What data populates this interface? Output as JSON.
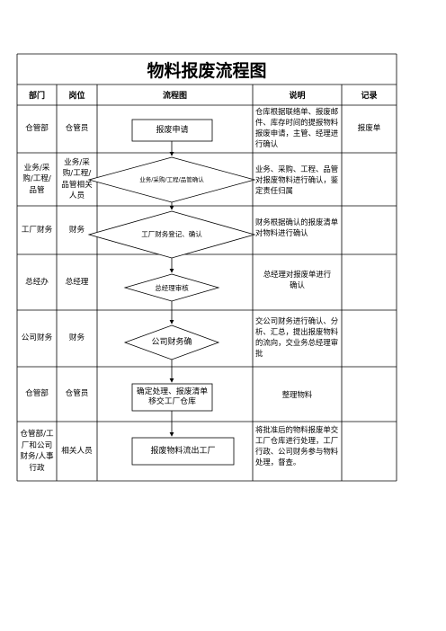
{
  "title": "物料报废流程图",
  "headers": {
    "dept": "部门",
    "post": "岗位",
    "flow": "流程图",
    "desc": "说明",
    "record": "记录"
  },
  "rows": [
    {
      "dept": "仓管部",
      "post": "仓管员",
      "step": "报废申请",
      "desc": "仓库根据联络单、报废邮件、库存时间的提报物料报废申请，主管、经理进行确认",
      "record": "报废单"
    },
    {
      "dept": "业务/采购/工程/品管",
      "post": "业务/采购/工程/品管相关人员",
      "step": "业务/采购/工程/品管确认",
      "desc": "业务、采购、工程、品管对报废物料进行确认，鉴定责任归属",
      "record": ""
    },
    {
      "dept": "工厂财务",
      "post": "财务",
      "step": "工厂财务登记、确认",
      "desc": "财务根据确认的报废清单对物料进行确认",
      "record": ""
    },
    {
      "dept": "总经办",
      "post": "总经理",
      "step": "总经理审核",
      "desc": "总经理对报废单进行确认",
      "record": ""
    },
    {
      "dept": "公司财务",
      "post": "财务",
      "step": "公司财务确",
      "desc": "交公司财务进行确认、分析、汇总，提出报废物料的流向，交业务总经理审批",
      "record": ""
    },
    {
      "dept": "仓管部",
      "post": "仓管员",
      "step": "确定处理、报废清单移交工厂仓库",
      "desc": "整理物料",
      "record": ""
    },
    {
      "dept": "仓管部/工厂和公司财务/人事行政",
      "post": "相关人员",
      "step": "报废物料流出工厂",
      "desc": "将批准后的物料报废单交工厂仓库进行处理，工厂行政、公司财务参与物料处理，督查。",
      "record": ""
    }
  ]
}
